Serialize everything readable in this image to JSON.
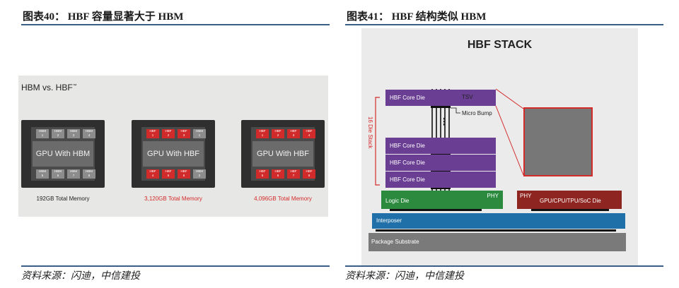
{
  "figures": [
    {
      "title": "图表40：  HBF 容量显著大于 HBM",
      "source": "资料来源：闪迪，中信建投"
    },
    {
      "title": "图表41：  HBF 结构类似 HBM",
      "source": "资料来源：闪迪，中信建投"
    }
  ],
  "left_panel": {
    "title": "HBM vs. HBF",
    "trademark": "™",
    "packages": [
      {
        "label": "GPU With HBM",
        "memory_type": "HBM",
        "top_chips": [
          "1",
          "2",
          "3",
          "4"
        ],
        "bottom_chips": [
          "5",
          "6",
          "7",
          "8"
        ],
        "caption": "192GB Total Memory",
        "caption_color": "#222222"
      },
      {
        "label": "GPU With HBF",
        "memory_type": "HBF",
        "top_chips": [
          "1",
          "2",
          "3"
        ],
        "top_hbm": [
          "1"
        ],
        "bottom_chips": [
          "4",
          "5",
          "6"
        ],
        "bottom_hbm": [
          "2"
        ],
        "caption": "3,120GB Total Memory",
        "caption_color": "#d42a2a"
      },
      {
        "label": "GPU With HBF",
        "memory_type": "HBF",
        "top_chips": [
          "1",
          "2",
          "3",
          "4"
        ],
        "bottom_chips": [
          "5",
          "6",
          "7",
          "8"
        ],
        "caption": "4,096GB Total Memory",
        "caption_color": "#d42a2a"
      }
    ]
  },
  "right_panel": {
    "title": "HBF STACK",
    "stack_label": "16 Die Stack",
    "core_die_label": "HBF Core Die",
    "tsv_label": "TSV",
    "micro_bump_label": "Micro Bump",
    "dots": "⋮",
    "logic_die_label": "Logic Die",
    "phy_label": "PHY",
    "soc_label": "GPU/CPU/TPU/SoC Die",
    "interposer_label": "Interposer",
    "substrate_label": "Package Substrate"
  },
  "colors": {
    "rule": "#3a5f86",
    "hbf_red": "#d12a2a",
    "core_purple": "#6a3f93",
    "logic_green": "#2b8a3e",
    "interposer_blue": "#1f6fa8",
    "soc_red": "#8e2520"
  }
}
